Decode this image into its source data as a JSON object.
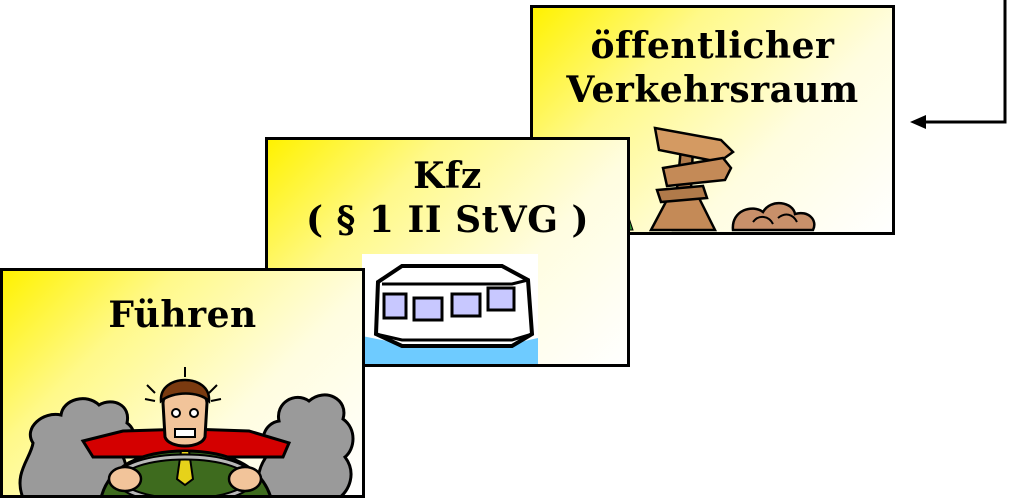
{
  "cards": {
    "oeffentlich": {
      "title": "öffentlicher\nVerkehrsraum"
    },
    "kfz": {
      "title": "Kfz\n( § 1 II StVG )"
    },
    "fuehren": {
      "title": "Führen"
    }
  },
  "icons": {
    "oeffentlich": "signpost-icon",
    "kfz": "bus-icon",
    "fuehren": "driver-icon"
  },
  "colors": {
    "card_gradient_start": "#fff200",
    "card_gradient_end": "#ffffff",
    "border": "#000000",
    "bus_window": "#c8c8ff",
    "water": "#6ecbff",
    "smoke": "#9a9a9a",
    "car_red": "#d40000",
    "car_green": "#3e6b1e"
  }
}
